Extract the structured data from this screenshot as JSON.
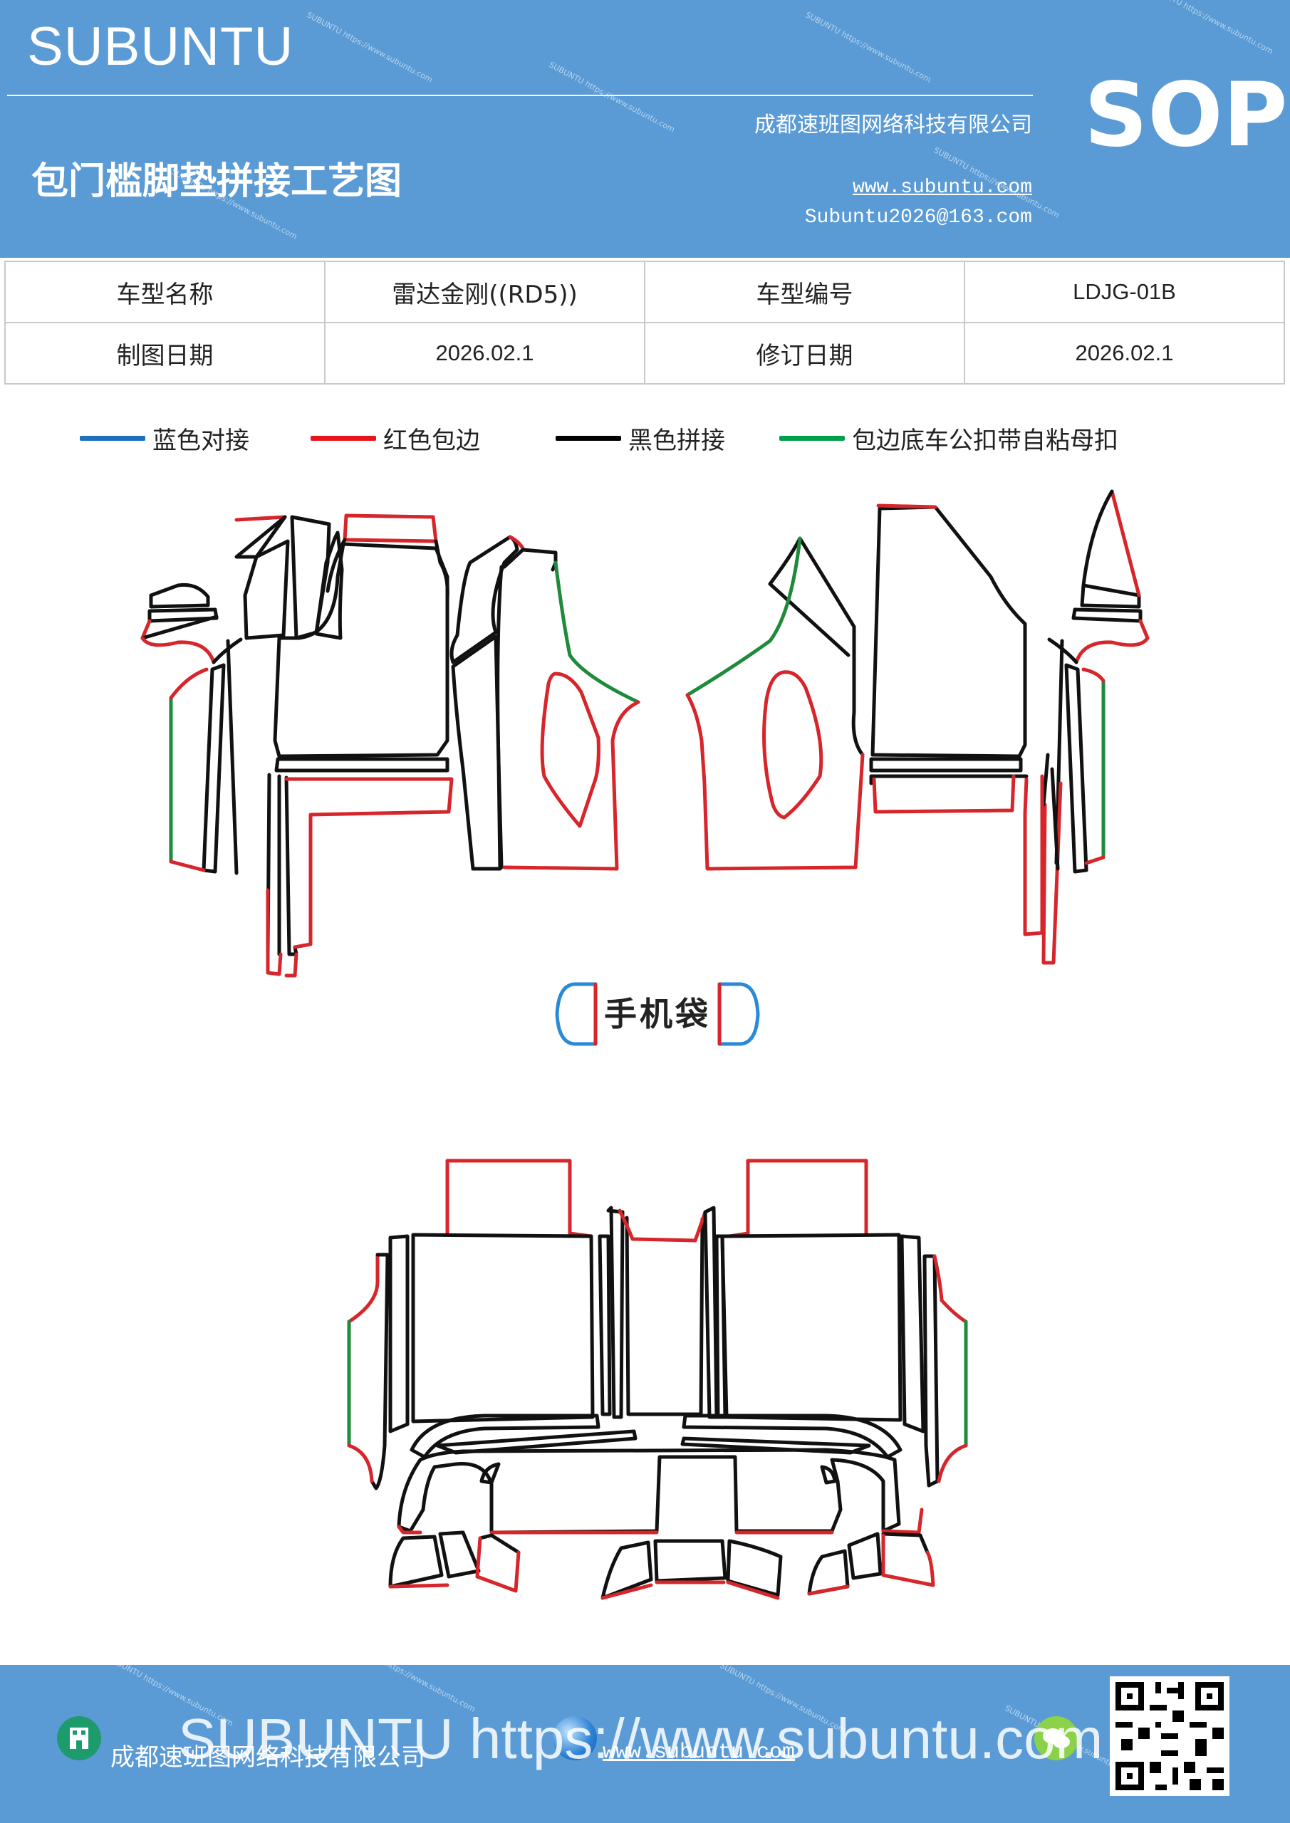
{
  "header": {
    "brand": "SUBUNTU",
    "title": "包门槛脚垫拼接工艺图",
    "company": "成都速班图网络科技有限公司",
    "website": "www.subuntu.com",
    "email": "Subuntu2026@163.com",
    "badge": "SOP",
    "watermark": "SUBUNTU https://www.subuntu.com"
  },
  "info_table": {
    "rows": [
      {
        "label1": "车型名称",
        "value1": "雷达金刚((RD5))",
        "label2": "车型编号",
        "value2": "LDJG-01B"
      },
      {
        "label1": "制图日期",
        "value1": "2026.02.1",
        "label2": "修订日期",
        "value2": "2026.02.1"
      }
    ]
  },
  "legend": {
    "items": [
      {
        "label": "蓝色对接",
        "color": "#1f6fc0"
      },
      {
        "label": "红色包边",
        "color": "#e8141b"
      },
      {
        "label": "黑色拼接",
        "color": "#000000"
      },
      {
        "label": "包边底车公扣带自粘母扣",
        "color": "#00a04a"
      }
    ]
  },
  "diagram": {
    "phone_bag_label": "手机袋",
    "colors": {
      "blue": "#2b8ad6",
      "red": "#d7262b",
      "black": "#111111",
      "green": "#1e8a3c"
    }
  },
  "footer": {
    "company": "成都速班图网络科技有限公司",
    "website": "www.subuntu.com",
    "overlay_text": "SUBUNTU https://www.subuntu.com",
    "icons": [
      "building-icon",
      "globe-icon",
      "wechat-icon",
      "qr-code-icon"
    ]
  }
}
